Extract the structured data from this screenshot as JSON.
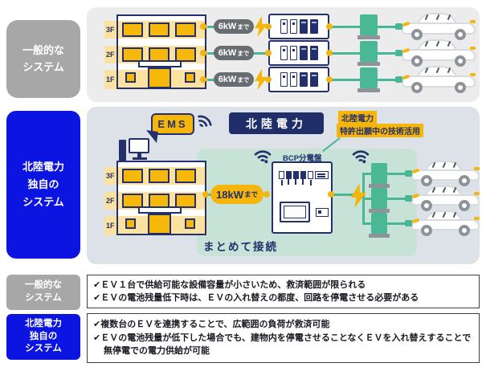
{
  "colors": {
    "navy": "#23306b",
    "yellow": "#f6b50a",
    "green": "#49b795",
    "label_blue": "#0b14e0",
    "label_gray": "#a7a7a7",
    "mint": "#c7e3d8",
    "top_panel_bg": "#ececed",
    "mid_panel_bg": "#dce2e8"
  },
  "top": {
    "label_line1": "一般的な",
    "label_line2": "システム",
    "floors": [
      "3F",
      "2F",
      "1F"
    ],
    "capacity": {
      "value": "6kW",
      "suffix": "まで"
    }
  },
  "mid": {
    "label_line1": "北陸電力",
    "label_line2": "独自の",
    "label_line3": "システム",
    "ems": "EMS",
    "header": "北陸電力",
    "patent_line1": "北陸電力",
    "patent_line2": "特許出願中の技術活用",
    "bcp_label": "BCP分電盤",
    "capacity": {
      "value": "18kW",
      "suffix": "まで"
    },
    "note": "まとめて接続",
    "floors": [
      "3F",
      "2F",
      "1F"
    ]
  },
  "bottom": {
    "rows": [
      {
        "label_line1": "一般的な",
        "label_line2": "システム",
        "bullets": [
          "✔ＥＶ１台で供給可能な設備容量が小さいため、救済範囲が限られる",
          "✔ＥＶの電池残量低下時は、ＥＶの入れ替えの都度、回路を停電させる必要がある"
        ]
      },
      {
        "label_line1": "北陸電力",
        "label_line2": "独自の",
        "label_line3": "システム",
        "bullets": [
          "✔複数台のＥＶを連携することで、広範囲の負荷が救済可能",
          "✔ＥＶの電池残量が低下した場合でも、建物内を停電させることなくＥＶを入れ替えすることで無停電での電力供給が可能"
        ]
      }
    ]
  }
}
